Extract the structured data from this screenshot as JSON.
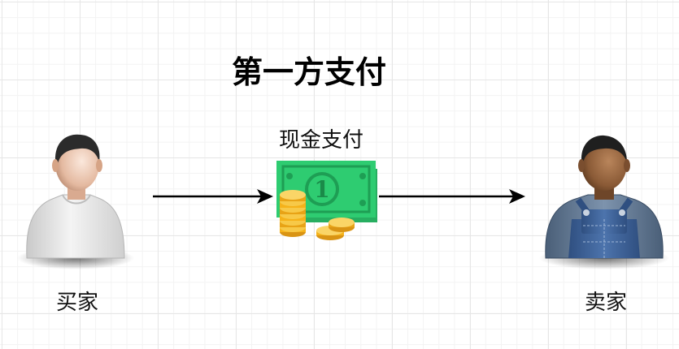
{
  "diagram": {
    "title": "第一方支付",
    "payment_method": "现金支付",
    "buyer": {
      "label": "买家",
      "icon": "buyer-person-icon"
    },
    "seller": {
      "label": "卖家",
      "icon": "seller-worker-icon"
    },
    "cash": {
      "icon": "cash-money-icon",
      "bill_digit": "1"
    },
    "colors": {
      "bill_green": "#2ecc71",
      "coin_gold": "#f5b21a",
      "arrow": "#000000"
    }
  }
}
